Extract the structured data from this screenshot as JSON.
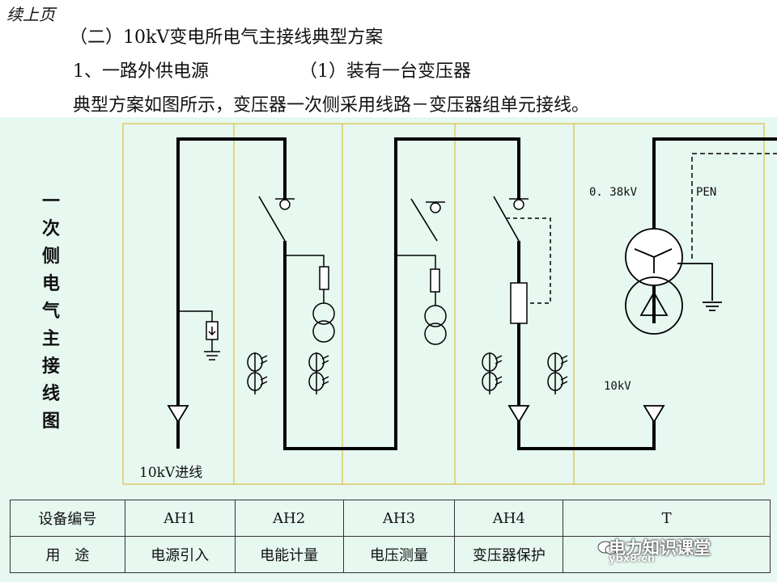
{
  "header": {
    "continued": "续上页",
    "title": "（二）10kV变电所电气主接线典型方案",
    "subtitle_left": "1、一路外供电源",
    "subtitle_right": "（1）装有一台变压器",
    "description": "典型方案如图所示，变压器一次侧采用线路－变压器组单元接线。"
  },
  "side_label": [
    "一",
    "次",
    "侧",
    "电",
    "气",
    "主",
    "接",
    "线",
    "图"
  ],
  "diagram": {
    "incoming_label": "10kV进线",
    "lv_label": "0. 38kV",
    "pen_label": "PEN",
    "hv_label": "10kV"
  },
  "table": {
    "row1": [
      "设备编号",
      "AH1",
      "AH2",
      "AH3",
      "AH4",
      "T"
    ],
    "row2": [
      "用　途",
      "电源引入",
      "电能计量",
      "电压测量",
      "变压器保护",
      ""
    ]
  },
  "watermark": {
    "name": "电力知识课堂",
    "site": "ybx8.cn"
  }
}
